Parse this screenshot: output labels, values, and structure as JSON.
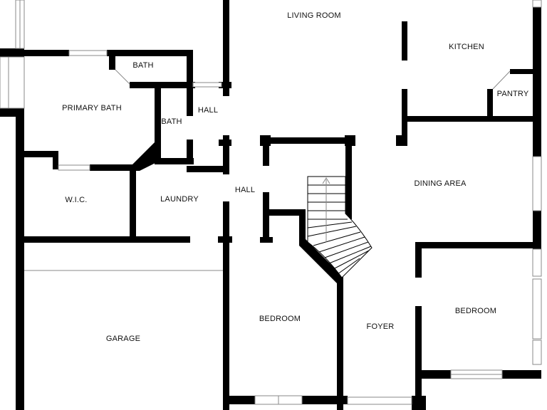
{
  "rooms": {
    "living_room": "LIVING ROOM",
    "kitchen": "KITCHEN",
    "pantry": "PANTRY",
    "bath_top": "BATH",
    "primary_bath": "PRIMARY BATH",
    "hall_upper": "HALL",
    "bath_mid": "BATH",
    "wic": "W.I.C.",
    "laundry": "LAUNDRY",
    "hall_main": "HALL",
    "dining_area": "DINING AREA",
    "bedroom_left": "BEDROOM",
    "bedroom_right": "BEDROOM",
    "foyer": "FOYER",
    "garage": "GARAGE"
  },
  "colors": {
    "wall": "#000000",
    "background": "#ffffff",
    "window_frame": "#8a8a8a"
  }
}
